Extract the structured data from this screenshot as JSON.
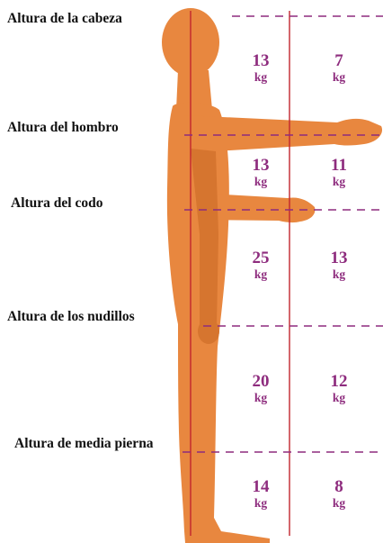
{
  "colors": {
    "body": "#e8873f",
    "body_shade": "#d6752f",
    "vertical_line": "#c2262e",
    "dashed_line": "#8e2c7e",
    "value_text": "#8e2c7e",
    "label_text": "#111111"
  },
  "height_labels": [
    "Altura de la cabeza",
    "Altura del hombro",
    "Altura del codo",
    "Altura de los nudillos",
    "Altura de media pierna"
  ],
  "zones": [
    {
      "near": {
        "value": "13",
        "unit": "kg"
      },
      "far": {
        "value": "7",
        "unit": "kg"
      }
    },
    {
      "near": {
        "value": "13",
        "unit": "kg"
      },
      "far": {
        "value": "11",
        "unit": "kg"
      }
    },
    {
      "near": {
        "value": "25",
        "unit": "kg"
      },
      "far": {
        "value": "13",
        "unit": "kg"
      }
    },
    {
      "near": {
        "value": "20",
        "unit": "kg"
      },
      "far": {
        "value": "12",
        "unit": "kg"
      }
    },
    {
      "near": {
        "value": "14",
        "unit": "kg"
      },
      "far": {
        "value": "8",
        "unit": "kg"
      }
    }
  ]
}
